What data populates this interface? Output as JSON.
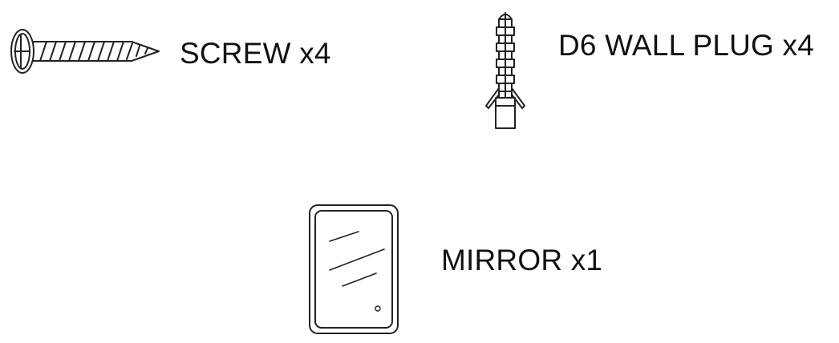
{
  "parts": {
    "screw": {
      "label": "SCREW x4",
      "icon": "screw-icon"
    },
    "wall_plug": {
      "label": "D6 WALL PLUG x4",
      "icon": "wall-plug-icon"
    },
    "mirror": {
      "label": "MIRROR x1",
      "icon": "mirror-icon"
    }
  },
  "colors": {
    "line": "#222222",
    "background": "#ffffff"
  }
}
